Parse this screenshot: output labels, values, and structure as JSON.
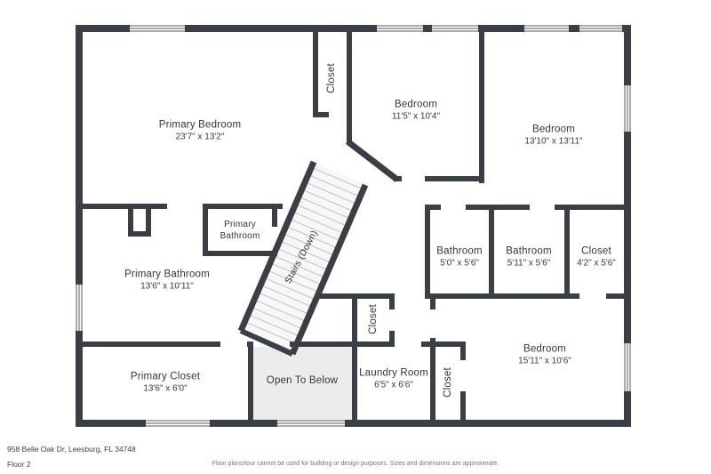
{
  "meta": {
    "type": "floor-plan"
  },
  "colors": {
    "wall": "#3a3f46",
    "room_fill": "#ffffff",
    "open_area_fill": "#ececec",
    "stair_hatch": "#a7abb0",
    "label_text": "#31363c",
    "disclaimer_text": "#70757a"
  },
  "rooms": [
    {
      "name": "Primary Bedroom",
      "dims": "23'7\" x 13'2\""
    },
    {
      "name": "Closet",
      "dims": ""
    },
    {
      "name": "Bedroom",
      "dims": "11'5\" x 10'4\""
    },
    {
      "name": "Bedroom",
      "dims": "13'10\" x 13'11\""
    },
    {
      "name": "Primary Bathroom",
      "dims": ""
    },
    {
      "name": "Stairs (Down)",
      "dims": ""
    },
    {
      "name": "Primary Bathroom",
      "dims": "13'6\" x 10'11\""
    },
    {
      "name": "Bathroom",
      "dims": "5'0\" x 5'6\""
    },
    {
      "name": "Bathroom",
      "dims": "5'11\" x 5'6\""
    },
    {
      "name": "Closet",
      "dims": "4'2\" x 5'6\""
    },
    {
      "name": "Primary Closet",
      "dims": "13'6\" x 6'0\""
    },
    {
      "name": "Open To Below",
      "dims": ""
    },
    {
      "name": "Closet",
      "dims": ""
    },
    {
      "name": "Laundry Room",
      "dims": "6'5\" x 6'6\""
    },
    {
      "name": "Closet",
      "dims": ""
    },
    {
      "name": "Bedroom",
      "dims": "15'11\" x 10'6\""
    }
  ],
  "footer": {
    "address": "958 Belle Oak Dr, Leesburg, FL 34748",
    "floor": "Floor 2",
    "disclaimer": "Floor plans/tour cannot be used for building or design purposes. Sizes and dimensions are approximate."
  }
}
